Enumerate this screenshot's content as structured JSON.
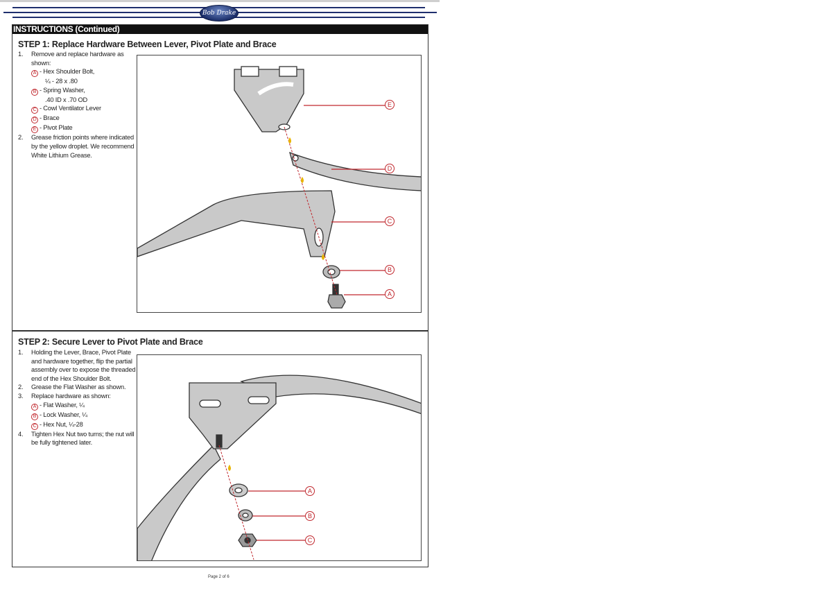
{
  "logo": {
    "text": "Bob Drake"
  },
  "header": {
    "title": "INSTRUCTIONS (Continued)"
  },
  "step1": {
    "title": "STEP 1: Replace Hardware Between Lever, Pivot Plate and Brace",
    "items": [
      {
        "num": "1.",
        "text": "Remove and replace hardware as shown:"
      },
      {
        "num": "2.",
        "text": "Grease friction points where indicated by the yellow droplet. We recommend White Lithium Grease."
      }
    ],
    "parts": [
      {
        "letter": "A",
        "name": "- Hex Shoulder Bolt,",
        "spec": "¼ - 28 x .80"
      },
      {
        "letter": "B",
        "name": "- Spring Washer,",
        "spec": ".40 ID x .70 OD"
      },
      {
        "letter": "C",
        "name": "- Cowl Ventilator Lever"
      },
      {
        "letter": "D",
        "name": "- Brace"
      },
      {
        "letter": "E",
        "name": "- Pivot Plate"
      }
    ]
  },
  "step2": {
    "title": "STEP 2: Secure Lever to Pivot Plate and Brace",
    "items": [
      {
        "num": "1.",
        "text": "Holding the Lever, Brace, Pivot Plate and hardware together, flip the partial assembly over to expose the threaded end of the Hex Shoulder Bolt."
      },
      {
        "num": "2.",
        "text": "Grease the Flat Washer as shown."
      },
      {
        "num": "3.",
        "text": "Replace hardware as shown:"
      },
      {
        "num": "4.",
        "text": "Tighten Hex Nut two turns; the nut will be fully tightened later."
      }
    ],
    "parts": [
      {
        "letter": "A",
        "name": "- Flat Washer, ¼"
      },
      {
        "letter": "B",
        "name": "- Lock Washer, ¼"
      },
      {
        "letter": "C",
        "name": "- Hex Nut, ¼-28"
      }
    ]
  },
  "footer": {
    "page": "Page 2 of 6"
  },
  "colors": {
    "callout": "#c0272d",
    "rule": "#1f2f6e",
    "grease": "#e8b400"
  }
}
